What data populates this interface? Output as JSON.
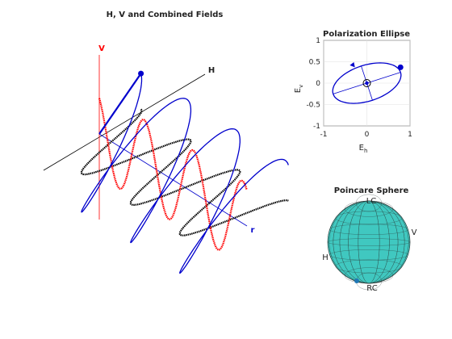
{
  "chart_data": [
    {
      "type": "line",
      "title": "H, V and Combined Fields",
      "axis_labels": {
        "h": "H",
        "v": "V",
        "r": "r"
      },
      "colors": {
        "h_field": "#000000",
        "v_field": "#ff0000",
        "combined": "#0000cc",
        "h_axis": "#000000",
        "v_axis": "#ff0000",
        "r_axis": "#0000cc"
      }
    },
    {
      "type": "line",
      "title": "Polarization Ellipse",
      "xlabel": "E",
      "xlabel_sub": "h",
      "ylabel": "E",
      "ylabel_sub": "v",
      "xlim": [
        -1,
        1
      ],
      "ylim": [
        -1,
        1
      ],
      "xticks": [
        "-1",
        "0",
        "1"
      ],
      "yticks": [
        "-1",
        "-0.5",
        "0",
        "0.5",
        "1"
      ],
      "grid": true,
      "ellipse": {
        "rx": 0.82,
        "ry": 0.42,
        "tilt_deg": 18
      },
      "marker_point": [
        0.78,
        0.37
      ],
      "color": "#0000cc"
    },
    {
      "type": "scatter",
      "title": "Poincare Sphere",
      "labels": [
        "LC",
        "V",
        "H",
        "RC"
      ],
      "sphere_color": "#40c8c0",
      "marker_color": "#1f77b4"
    }
  ]
}
